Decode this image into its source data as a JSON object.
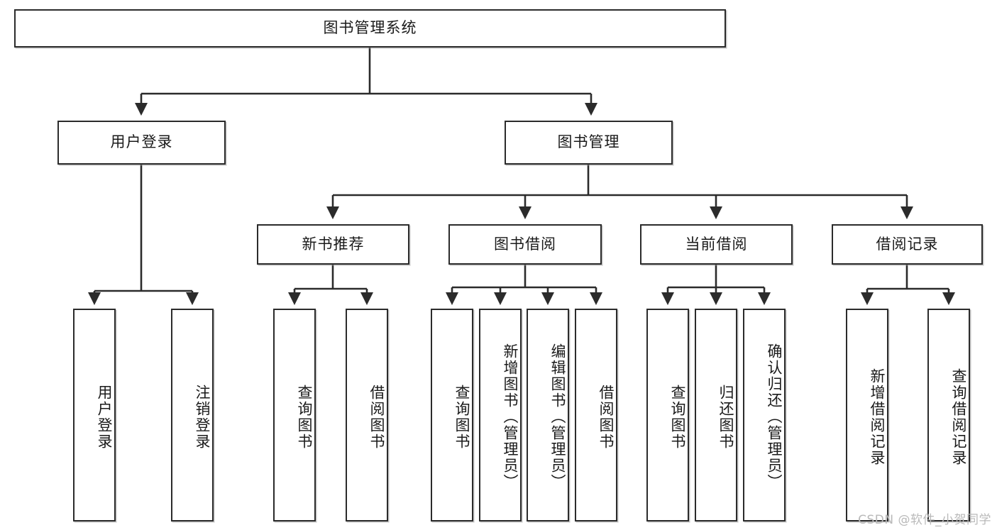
{
  "diagram": {
    "title": "图书管理系统",
    "type": "tree-hierarchy-chart",
    "watermark": "CSDN @软件_小贺同学",
    "colors": {
      "box_border": "#2b2b2b",
      "box_fill": "#ffffff",
      "edge": "#2b2b2b",
      "text": "#1a1a1a",
      "watermark": "#b9b9b9",
      "background": "#ffffff"
    },
    "root": {
      "id": "root",
      "label": "图书管理系统"
    },
    "level2": [
      {
        "id": "l2-user-login",
        "label": "用户登录"
      },
      {
        "id": "l2-book-manage",
        "label": "图书管理"
      }
    ],
    "level3": [
      {
        "id": "l3-new-book-rec",
        "label": "新书推荐"
      },
      {
        "id": "l3-book-borrow",
        "label": "图书借阅"
      },
      {
        "id": "l3-current-borrow",
        "label": "当前借阅"
      },
      {
        "id": "l3-borrow-record",
        "label": "借阅记录"
      }
    ],
    "leaves": [
      {
        "id": "leaf-user-login",
        "label": "用户登录",
        "parent": "用户登录"
      },
      {
        "id": "leaf-logout",
        "label": "注销登录",
        "parent": "用户登录"
      },
      {
        "id": "leaf-query-book-1",
        "label": "查询图书",
        "parent": "新书推荐"
      },
      {
        "id": "leaf-borrow-book-1",
        "label": "借阅图书",
        "parent": "新书推荐"
      },
      {
        "id": "leaf-query-book-2",
        "label": "查询图书",
        "parent": "图书借阅"
      },
      {
        "id": "leaf-add-book",
        "label": "新增图书（管理员）",
        "parent": "图书借阅"
      },
      {
        "id": "leaf-edit-book",
        "label": "编辑图书（管理员）",
        "parent": "图书借阅"
      },
      {
        "id": "leaf-borrow-book-2",
        "label": "借阅图书",
        "parent": "图书借阅"
      },
      {
        "id": "leaf-query-book-3",
        "label": "查询图书",
        "parent": "当前借阅"
      },
      {
        "id": "leaf-return-book",
        "label": "归还图书",
        "parent": "当前借阅"
      },
      {
        "id": "leaf-confirm-return",
        "label": "确认归还（管理员）",
        "parent": "当前借阅"
      },
      {
        "id": "leaf-add-record",
        "label": "新增借阅记录",
        "parent": "借阅记录"
      },
      {
        "id": "leaf-query-record",
        "label": "查询借阅记录",
        "parent": "借阅记录"
      }
    ]
  }
}
